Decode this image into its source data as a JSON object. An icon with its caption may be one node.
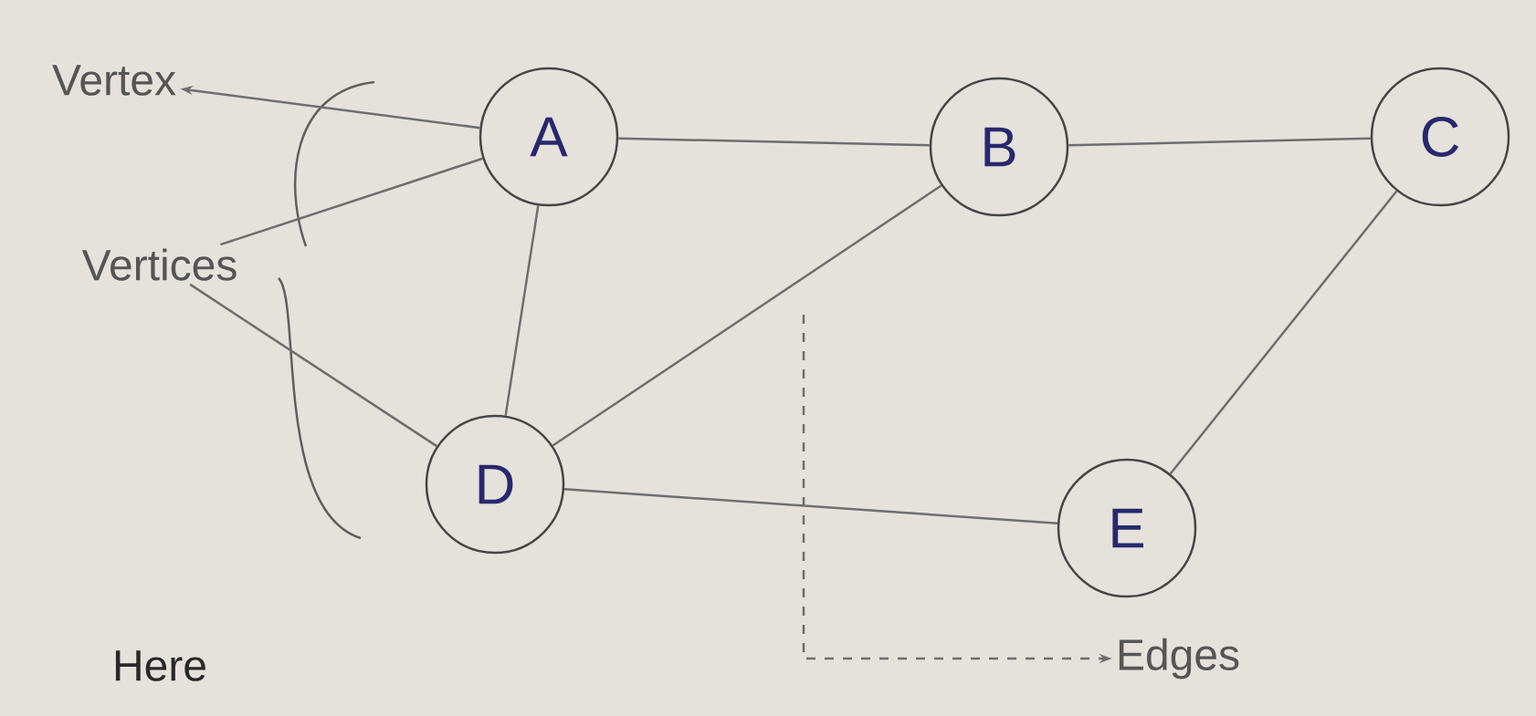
{
  "diagram": {
    "nodes": [
      {
        "text": [
          "Vertex"
        ]
      },
      {
        "text": [
          "A"
        ]
      },
      {
        "text": [
          "B"
        ]
      },
      {
        "text": [
          "C"
        ]
      },
      {
        "text": [
          "Vertices"
        ]
      },
      {
        "text": [
          "D"
        ]
      },
      {
        "text": [
          "E"
        ]
      },
      {
        "text": [
          "Edges"
        ]
      }
    ],
    "edges": [
      {
        "from": 1,
        "to": 0,
        "arrow": "to"
      },
      {
        "from": 1,
        "to": 2,
        "arrow": "none"
      },
      {
        "from": 2,
        "to": 3,
        "arrow": "none"
      },
      {
        "from": 4,
        "to": 1,
        "arrow": "none"
      },
      {
        "from": 4,
        "to": 5,
        "arrow": "none"
      },
      {
        "from": 1,
        "to": 5,
        "arrow": "none"
      },
      {
        "from": 2,
        "to": 5,
        "arrow": "none"
      },
      {
        "from": 3,
        "to": 6,
        "arrow": "none"
      },
      {
        "from": 5,
        "to": 6,
        "arrow": "none"
      },
      {
        "from": null,
        "to": 7,
        "arrow": "to",
        "style": "dashed"
      }
    ],
    "labels": [
      "Here"
    ]
  }
}
